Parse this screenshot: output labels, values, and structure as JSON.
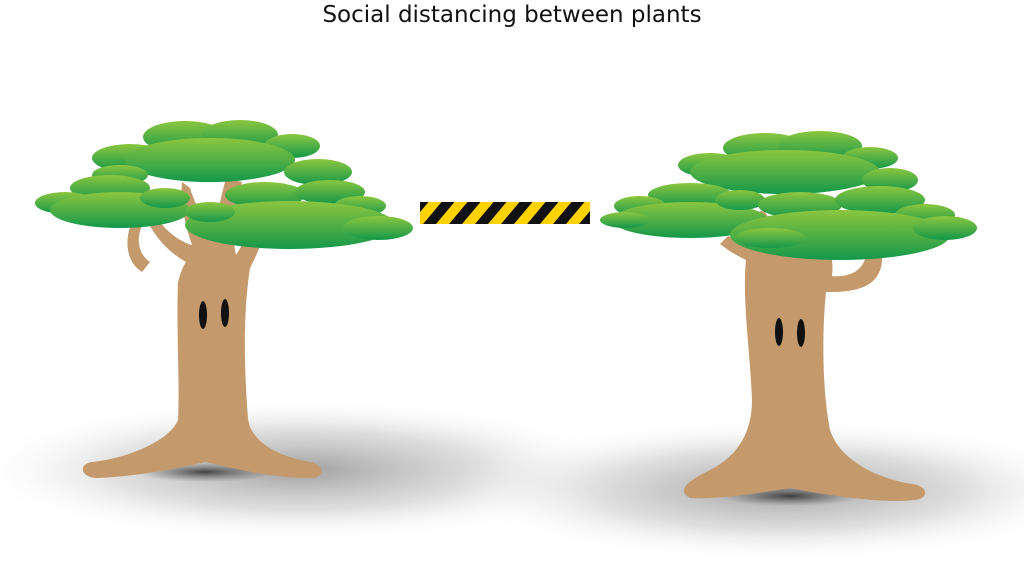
{
  "title": "Social distancing between plants",
  "colors": {
    "trunk": "#c49a6c",
    "foliage_light": "#8cc63f",
    "foliage_dark": "#1a9a48",
    "tape_yellow": "#ffd200",
    "tape_black": "#111111",
    "eyes": "#111111",
    "ground_shadow": "#9a9a9a"
  },
  "scene": {
    "left_tree": {
      "label": "left-tree"
    },
    "right_tree": {
      "label": "right-tree"
    },
    "barrier": {
      "label": "caution-tape"
    }
  }
}
